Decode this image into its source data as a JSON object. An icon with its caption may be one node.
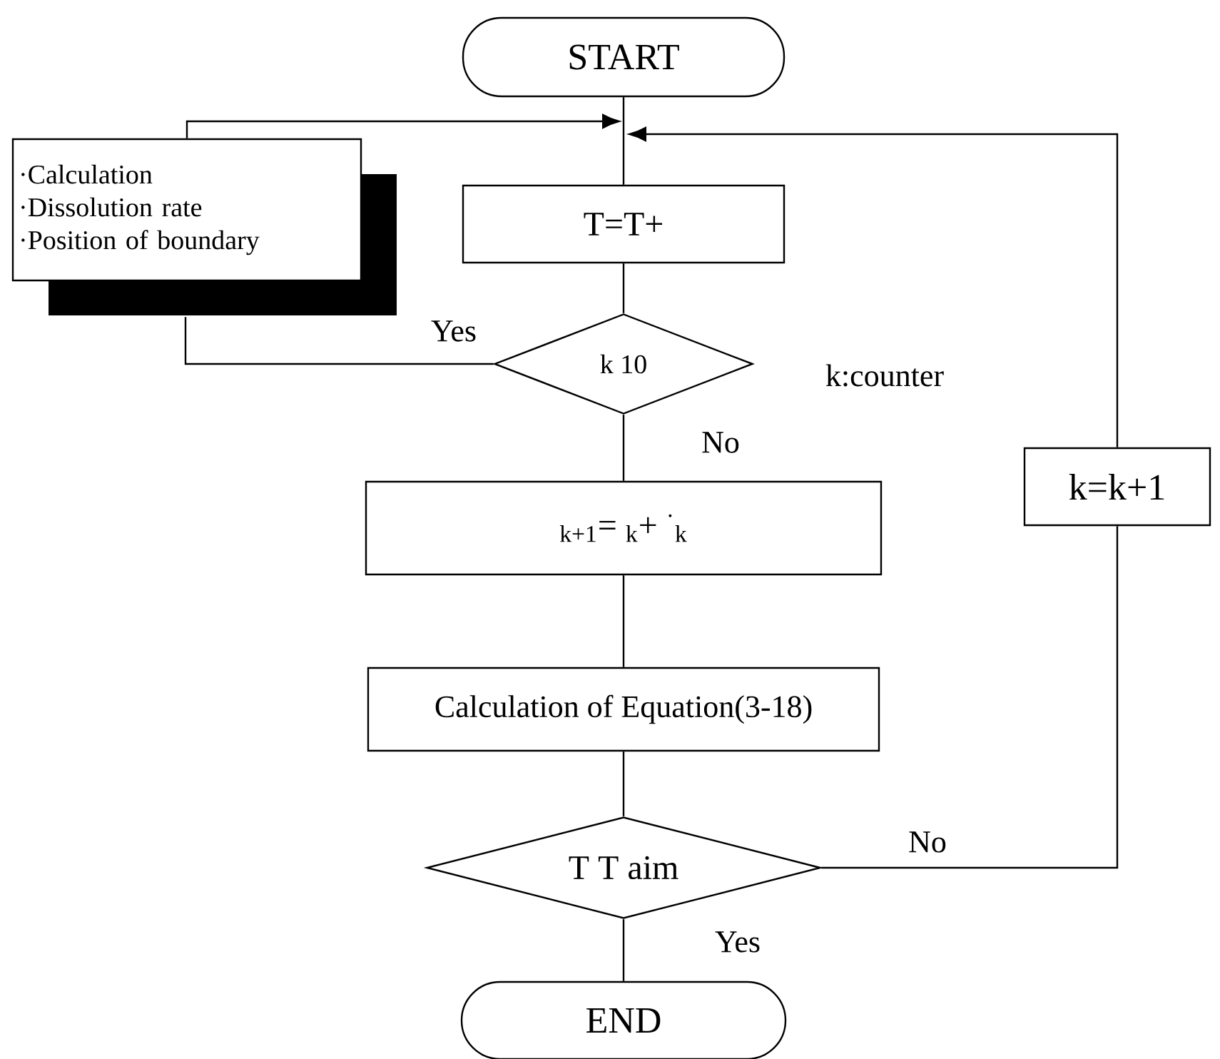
{
  "diagram": {
    "nodes": [
      {
        "text": [
          "START"
        ]
      },
      {
        "text": [
          "·Calculation",
          "·Dissolution rate",
          "·Position of boundary"
        ]
      },
      {
        "text": [
          "T=T+"
        ]
      },
      {
        "text": [
          "k 10"
        ]
      },
      {
        "text": [
          "$_{k+1}$= $_{k}$+ $^{·}$$_{k}$"
        ]
      },
      {
        "text": [
          "Calculation of Equation(3-18)"
        ]
      },
      {
        "text": [
          "T T aim"
        ]
      },
      {
        "text": [
          "END"
        ]
      },
      {
        "text": [
          "k=k+1"
        ]
      }
    ],
    "edges": [
      {
        "from": 0,
        "to": 2,
        "arrow": "none"
      },
      {
        "from": 2,
        "to": 3,
        "arrow": "none"
      },
      {
        "from": 3,
        "to": 4,
        "arrow": "none",
        "label": "No"
      },
      {
        "from": 4,
        "to": 5,
        "arrow": "none"
      },
      {
        "from": 5,
        "to": 6,
        "arrow": "none"
      },
      {
        "from": 6,
        "to": 7,
        "arrow": "none",
        "label": "Yes"
      },
      {
        "from": 6,
        "to": 8,
        "arrow": "none",
        "label": "No"
      },
      {
        "from": 8,
        "to": null,
        "arrow": "to"
      },
      {
        "from": 3,
        "to": 1,
        "arrow": "none",
        "label": "Yes"
      },
      {
        "from": 1,
        "to": null,
        "arrow": "to"
      }
    ],
    "labels": [
      "k:counter"
    ]
  }
}
